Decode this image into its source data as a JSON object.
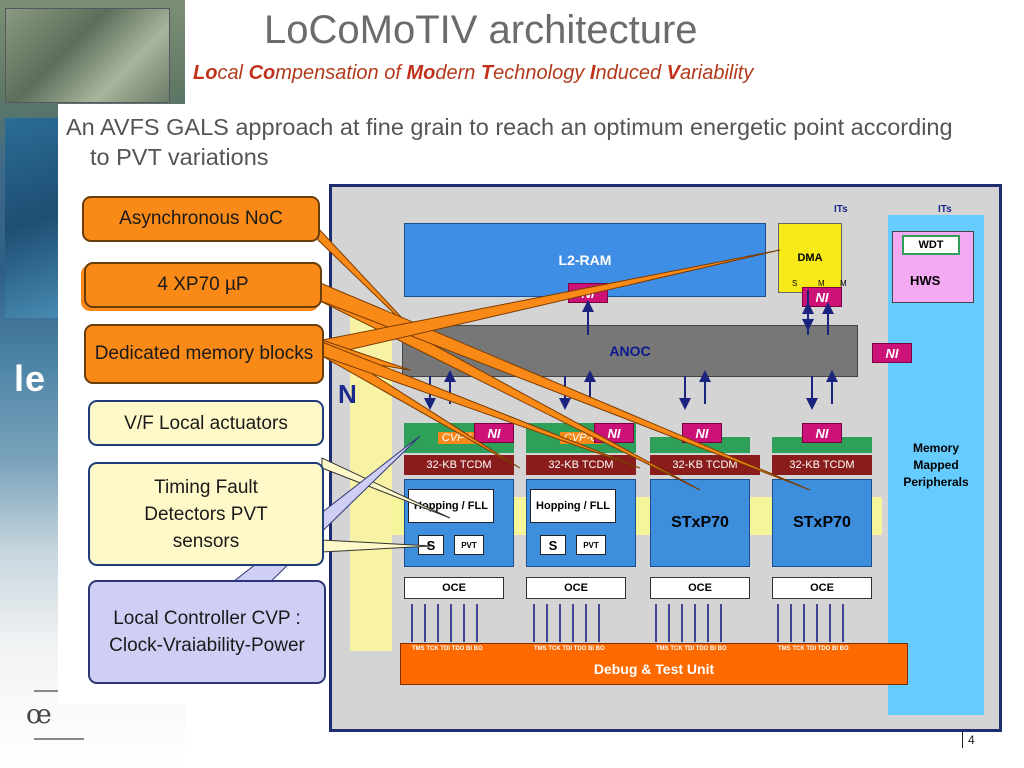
{
  "title": "LoCoMoTIV architecture",
  "subtitle_parts": [
    {
      "bold": "Lo",
      "rest": "cal "
    },
    {
      "bold": "Co",
      "rest": "mpensation of "
    },
    {
      "bold": "Mo",
      "rest": "dern "
    },
    {
      "bold": "T",
      "rest": "echnology "
    },
    {
      "bold": "I",
      "rest": "nduced "
    },
    {
      "bold": "V",
      "rest": "ariability"
    }
  ],
  "bullet": "An AVFS GALS approach at fine grain to reach an optimum energetic point according to PVT variations",
  "callouts": {
    "async_noc": "Asynchronous NoC",
    "xp70": "4 XP70 µP",
    "memory": "Dedicated memory blocks",
    "vf": "V/F Local actuators",
    "timing": "Timing Fault Detectors PVT sensors",
    "local_ctrl": "Local Controller CVP : Clock-Vraiability-Power"
  },
  "diagram": {
    "l2ram": "L2-RAM",
    "dma": "DMA",
    "dma_ports": [
      "S",
      "M",
      "M"
    ],
    "its": "ITs",
    "wdt": "WDT",
    "hws": "HWS",
    "ni": "NI",
    "anoc": "ANOC",
    "memory_mapped": "Memory Mapped Peripherals",
    "cvp_u": "CVP-U",
    "tcdm": "32-KB TCDM",
    "hopping": "Hopping / FLL",
    "s": "S",
    "pvt": "PVT",
    "stxp70": "STxP70",
    "oce": "OCE",
    "jtag": "TMS TCK TDI TDO BI BO",
    "debug": "Debug & Test Unit",
    "hidden_nw": "N"
  },
  "colors": {
    "callout_orange": "#fa8a17",
    "callout_yellow": "#fff9c9",
    "callout_lavender": "#cfcff6",
    "ni_magenta": "#cc1177",
    "l2ram_blue": "#3f8ee6",
    "memory_blue": "#66ccff",
    "frame_navy": "#1e2d6e",
    "debug_orange": "#ff6a00"
  },
  "page_number": "4"
}
